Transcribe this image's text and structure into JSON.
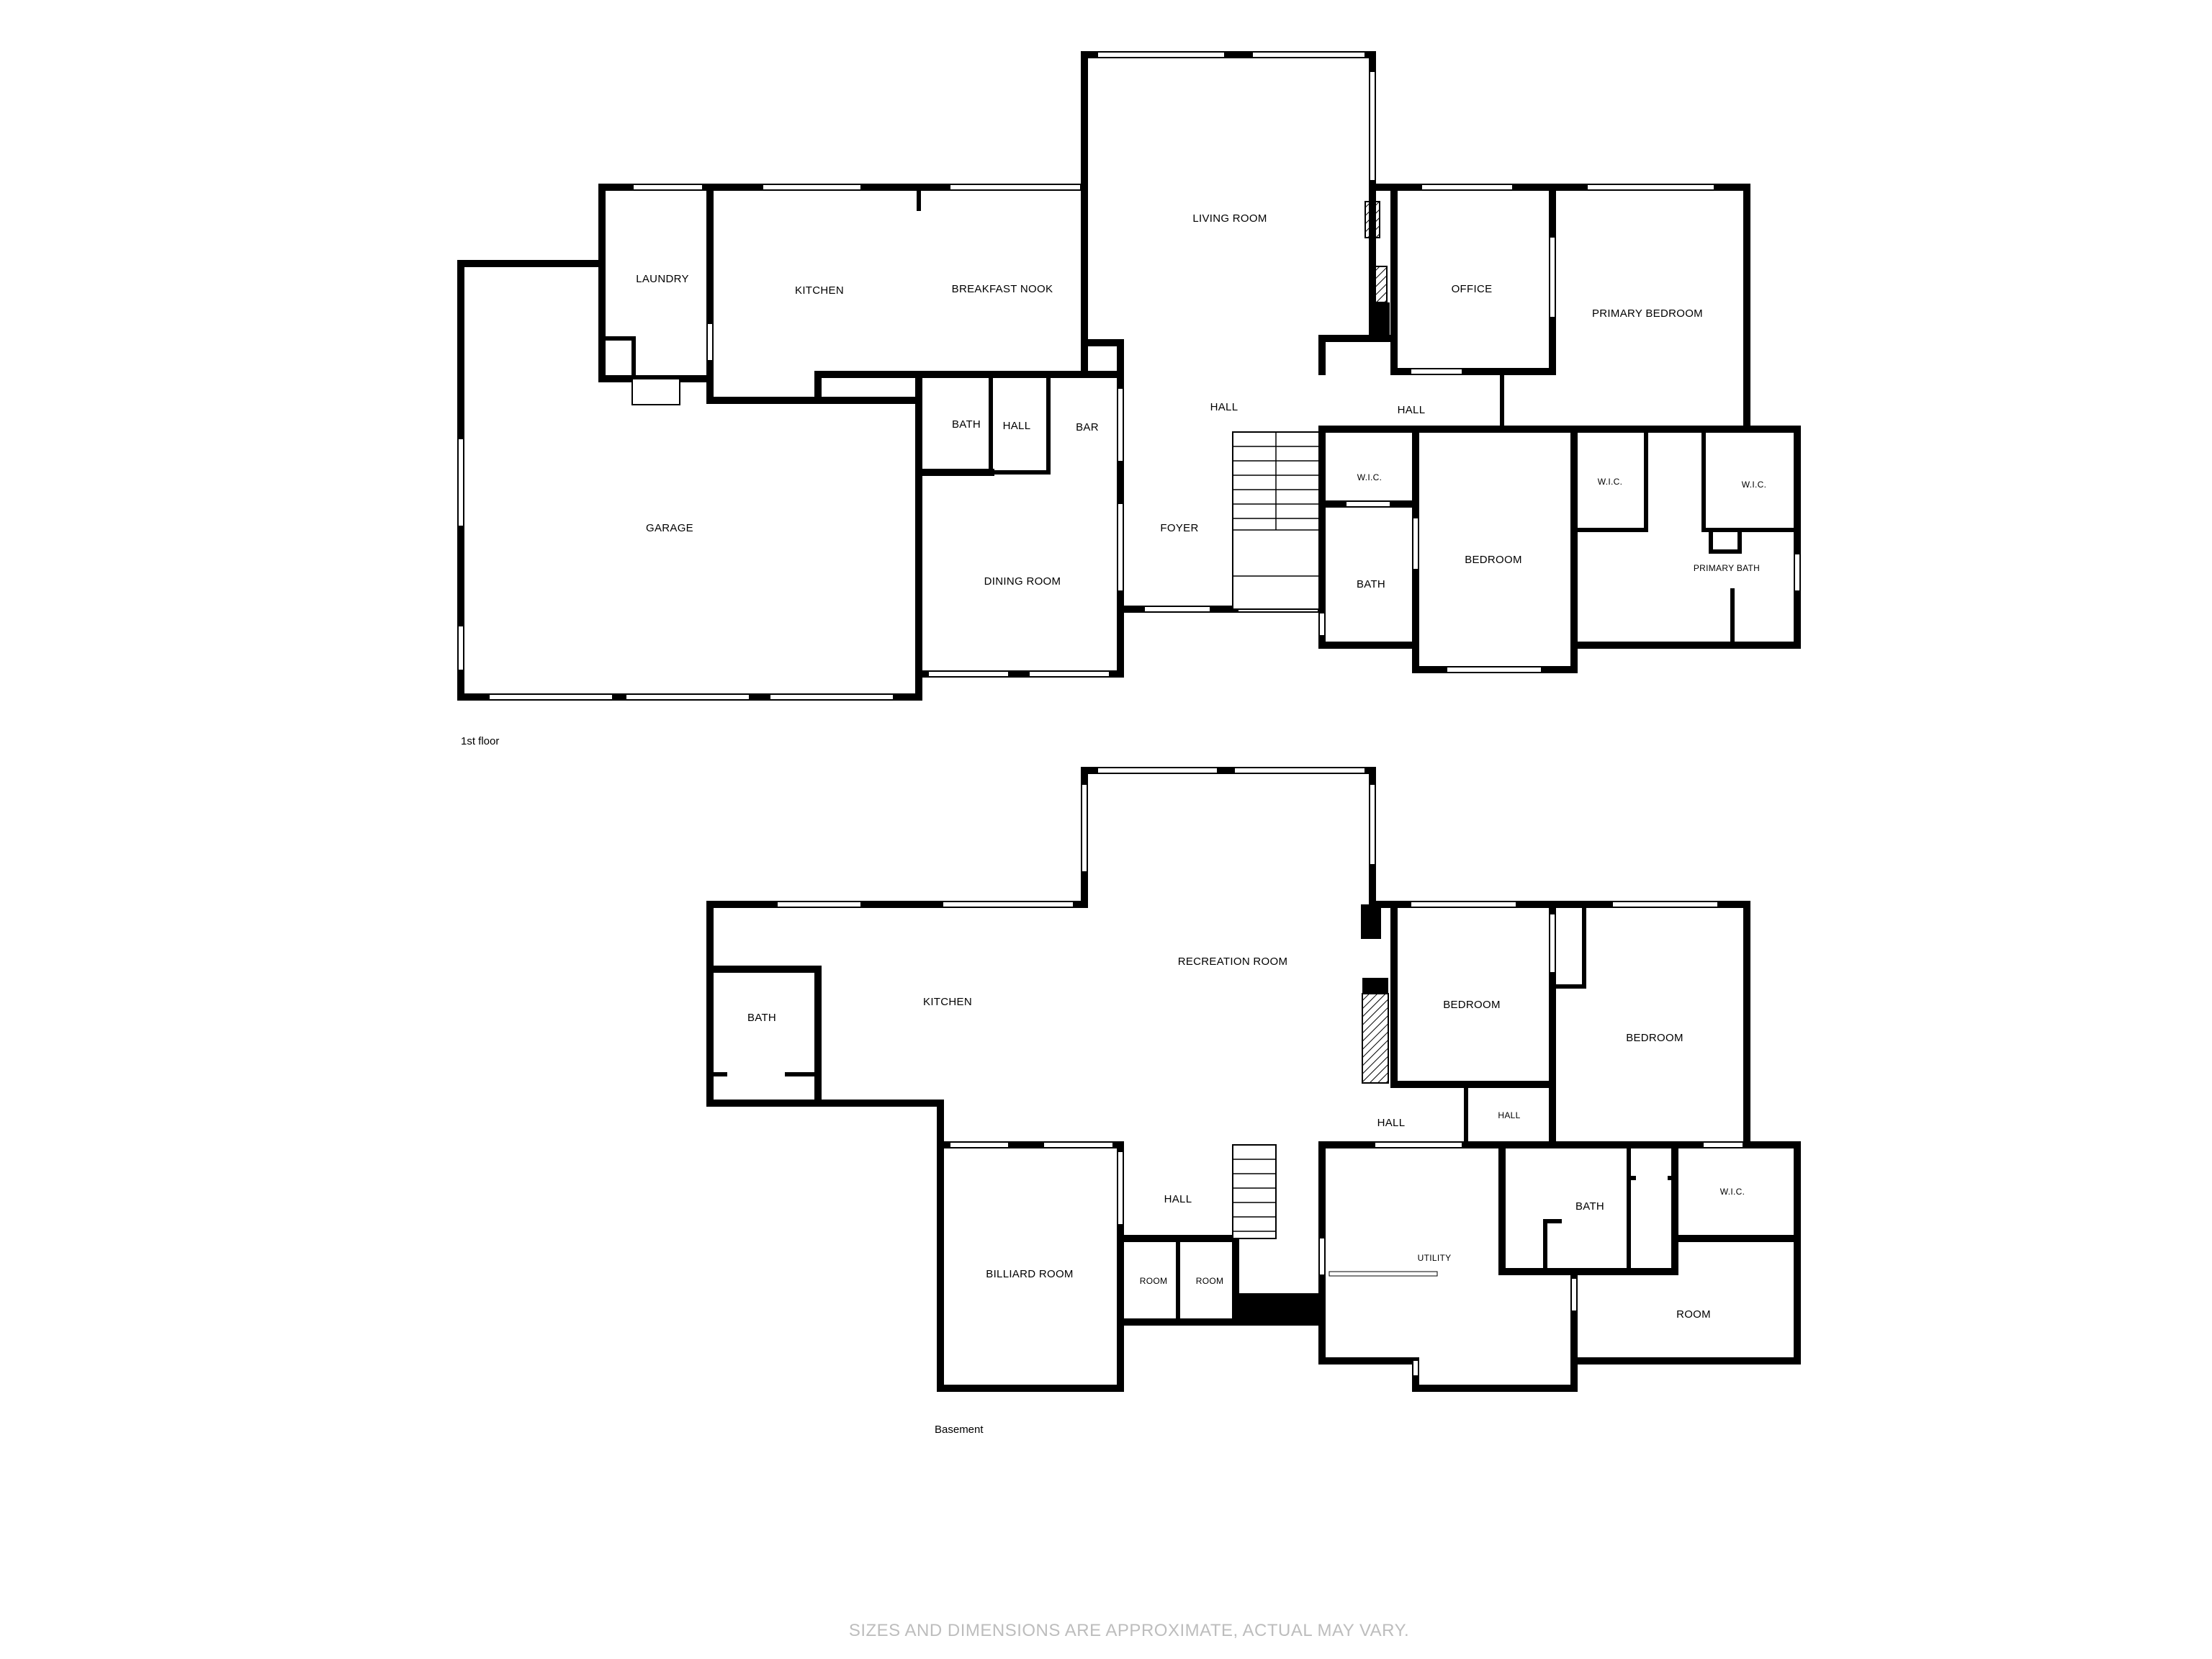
{
  "floors": [
    {
      "label": "1st floor",
      "rooms": [
        {
          "id": "laundry",
          "name": "LAUNDRY"
        },
        {
          "id": "kitchen",
          "name": "KITCHEN"
        },
        {
          "id": "breakfast-nook",
          "name": "BREAKFAST NOOK"
        },
        {
          "id": "living-room",
          "name": "LIVING ROOM"
        },
        {
          "id": "office",
          "name": "OFFICE"
        },
        {
          "id": "primary-bedroom",
          "name": "PRIMARY BEDROOM"
        },
        {
          "id": "hall-1",
          "name": "HALL"
        },
        {
          "id": "hall-2",
          "name": "HALL"
        },
        {
          "id": "hall-3",
          "name": "HALL"
        },
        {
          "id": "bath-1",
          "name": "BATH"
        },
        {
          "id": "bar",
          "name": "BAR"
        },
        {
          "id": "garage",
          "name": "GARAGE"
        },
        {
          "id": "foyer",
          "name": "FOYER"
        },
        {
          "id": "wic-1",
          "name": "W.I.C."
        },
        {
          "id": "wic-2",
          "name": "W.I.C."
        },
        {
          "id": "wic-3",
          "name": "W.I.C."
        },
        {
          "id": "bedroom-1",
          "name": "BEDROOM"
        },
        {
          "id": "primary-bath",
          "name": "PRIMARY BATH"
        },
        {
          "id": "bath-2",
          "name": "BATH"
        },
        {
          "id": "dining-room",
          "name": "DINING ROOM"
        }
      ]
    },
    {
      "label": "Basement",
      "rooms": [
        {
          "id": "recreation-room",
          "name": "RECREATION ROOM"
        },
        {
          "id": "kitchen-b",
          "name": "KITCHEN"
        },
        {
          "id": "bath-b1",
          "name": "BATH"
        },
        {
          "id": "bedroom-b1",
          "name": "BEDROOM"
        },
        {
          "id": "bedroom-b2",
          "name": "BEDROOM"
        },
        {
          "id": "hall-b1",
          "name": "HALL"
        },
        {
          "id": "hall-b2",
          "name": "HALL"
        },
        {
          "id": "hall-b3",
          "name": "HALL"
        },
        {
          "id": "bath-b2",
          "name": "BATH"
        },
        {
          "id": "wic-b",
          "name": "W.I.C."
        },
        {
          "id": "utility",
          "name": "UTILITY"
        },
        {
          "id": "billiard-room",
          "name": "BILLIARD ROOM"
        },
        {
          "id": "room-1",
          "name": "ROOM"
        },
        {
          "id": "room-2",
          "name": "ROOM"
        },
        {
          "id": "room-3",
          "name": "ROOM"
        }
      ]
    }
  ],
  "footer": "SIZES AND DIMENSIONS ARE APPROXIMATE, ACTUAL MAY VARY.",
  "colors": {
    "walls": "#000000",
    "background": "#ffffff",
    "footer_text": "#bdbdbd",
    "window": "#bdbdbd"
  }
}
